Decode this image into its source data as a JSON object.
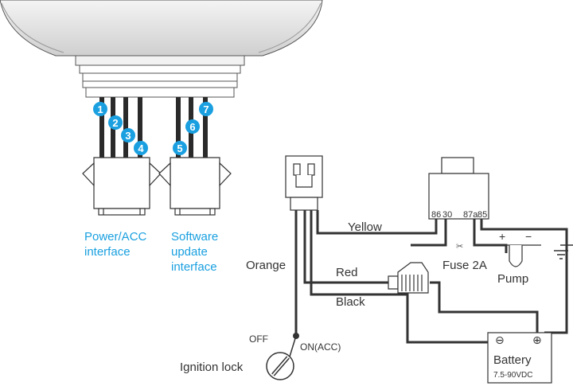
{
  "colors": {
    "accent": "#1aa0e0",
    "wire": "#2a2a2a",
    "outline": "#333333",
    "device_fill": "#e8e8e8"
  },
  "pins": [
    "1",
    "2",
    "3",
    "4",
    "5",
    "6",
    "7"
  ],
  "connectors": {
    "power_acc": [
      "Power/ACC",
      "interface"
    ],
    "software_update": [
      "Software",
      "update",
      "interface"
    ]
  },
  "wires": {
    "yellow": "Yellow",
    "orange": "Orange",
    "red": "Red",
    "black": "Black"
  },
  "relay": {
    "pin_86": "86",
    "pin_30": "30",
    "pin_87a": "87a",
    "pin_85": "85"
  },
  "fuse": "Fuse 2A",
  "pump": {
    "label": "Pump",
    "plus": "+",
    "minus": "−"
  },
  "battery": {
    "label": "Battery",
    "voltage": "7.5-90VDC",
    "neg": "⊖",
    "pos": "⊕"
  },
  "ignition": {
    "label": "Ignition lock",
    "off": "OFF",
    "on": "ON(ACC)"
  },
  "icons": {
    "ground": "ground-icon",
    "fuse": "fuse-icon",
    "ignition_key": "key-icon"
  }
}
